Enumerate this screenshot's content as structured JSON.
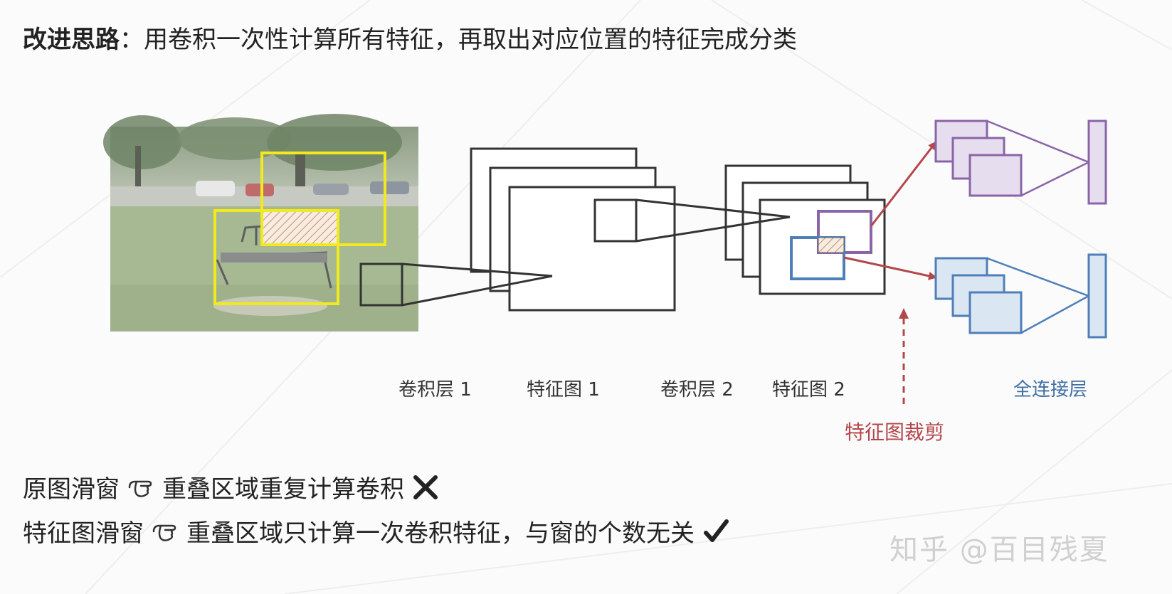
{
  "title": {
    "bold": "改进思路",
    "rest": "：用卷积一次性计算所有特征，再取出对应位置的特征完成分类"
  },
  "labels": {
    "conv1": "卷积层 1",
    "feat1": "特征图 1",
    "conv2": "卷积层 2",
    "feat2": "特征图 2",
    "fc": "全连接层",
    "crop": "特征图裁剪"
  },
  "bottom": {
    "line1": "原图滑窗",
    "line1_text": "重叠区域重复计算卷积",
    "line2": "特征图滑窗",
    "line2_text": "重叠区域只计算一次卷积特征，与窗的个数无关"
  },
  "icons": {
    "pointer": "pointing-hand-icon",
    "cross": "cross-mark-icon",
    "check": "check-mark-icon"
  },
  "colors": {
    "yellow": "#f2ea1c",
    "purple": "#8a64a8",
    "purple_fill": "#e6deee",
    "blue": "#4f7fb8",
    "blue_fill": "#dbe6f3",
    "red": "#b4474c",
    "hatch": "#c8906a"
  },
  "watermark": "知乎 @百目残夏"
}
